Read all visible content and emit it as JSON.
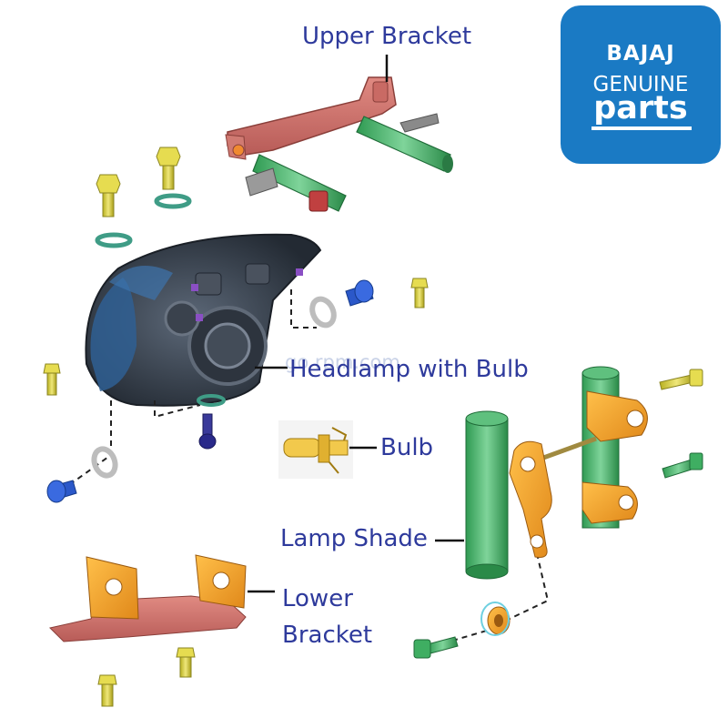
{
  "labels": {
    "upper_bracket": "Upper Bracket",
    "headlamp": "Headlamp with Bulb",
    "bulb": "Bulb",
    "lamp_shade": "Lamp Shade",
    "lower_bracket_line1": "Lower",
    "lower_bracket_line2": "Bracket"
  },
  "logo": {
    "brand": "BAJAJ",
    "line2": "GENUINE",
    "line3": "parts"
  },
  "watermark": "go rpm.com",
  "colors": {
    "label_text": "#2e3a9c",
    "logo_bg": "#1a7ac4",
    "bracket_red": "#c7706a",
    "tube_green": "#3fae62",
    "bracket_orange": "#f0a020",
    "bolt_yellow": "#d4cc3a",
    "headlamp_body": "#3a4452",
    "headlamp_blue": "#2f5f93",
    "bolt_blue": "#2b58c9",
    "washer_teal": "#3f9c86",
    "washer_grey": "#bdbdbd",
    "bulb_yellow": "#f2c94c"
  }
}
